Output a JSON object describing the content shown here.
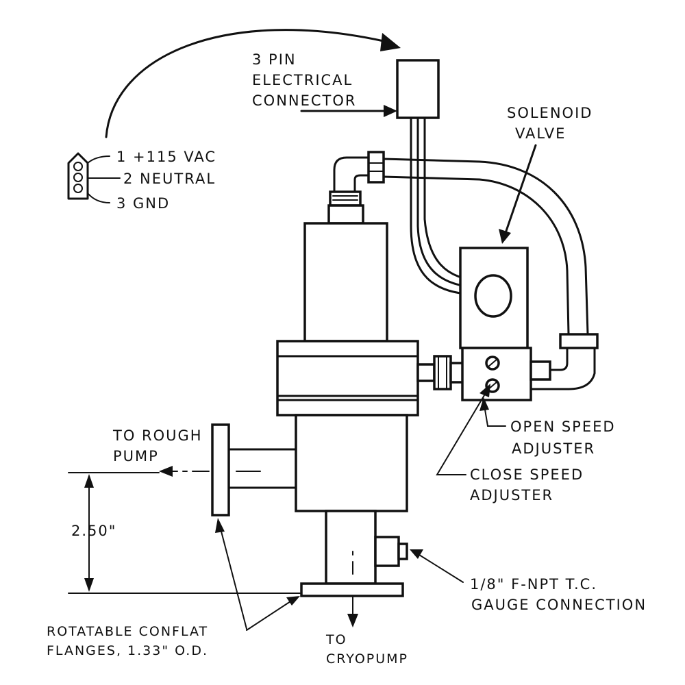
{
  "labels": {
    "connector": [
      "3 PIN",
      "ELECTRICAL",
      "CONNECTOR"
    ],
    "solenoid": [
      "SOLENOID",
      "VALVE"
    ],
    "pins": [
      "1 +115 VAC",
      "2 NEUTRAL",
      "3 GND"
    ],
    "rough_pump": [
      "TO ROUGH",
      "PUMP"
    ],
    "dimension": "2.50\"",
    "open_speed": [
      "OPEN SPEED",
      "ADJUSTER"
    ],
    "close_speed": [
      "CLOSE SPEED",
      "ADJUSTER"
    ],
    "gauge": [
      "1/8\" F-NPT T.C.",
      "GAUGE CONNECTION"
    ],
    "flanges": [
      "ROTATABLE CONFLAT",
      "FLANGES, 1.33\" O.D."
    ],
    "cryopump": [
      "TO",
      "CRYOPUMP"
    ]
  }
}
